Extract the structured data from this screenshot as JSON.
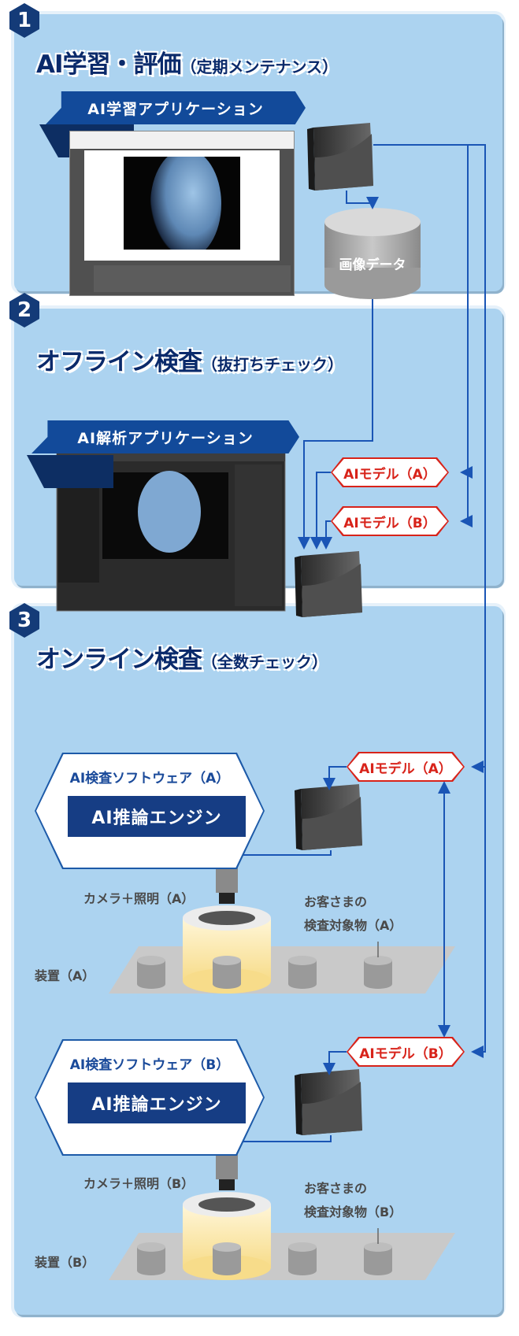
{
  "sections": [
    {
      "number": "1",
      "title": "AI学習・評価",
      "subtitle": "（定期メンテナンス）"
    },
    {
      "number": "2",
      "title": "オフライン検査",
      "subtitle": "（抜打ちチェック）"
    },
    {
      "number": "3",
      "title": "オンライン検査",
      "subtitle": "（全数チェック）"
    }
  ],
  "apps": {
    "learning": "AI学習アプリケーション",
    "analysis": "AI解析アプリケーション"
  },
  "database": "画像データ",
  "models": {
    "a": "AIモデル（A）",
    "b": "AIモデル（B）"
  },
  "software": [
    {
      "title": "AI検査ソフトウェア（A）",
      "engine": "AI推論エンジン"
    },
    {
      "title": "AI検査ソフトウェア（B）",
      "engine": "AI推論エンジン"
    }
  ],
  "camera": [
    "カメラ＋照明（A）",
    "カメラ＋照明（B）"
  ],
  "target": [
    {
      "line1": "お客さまの",
      "line2": "検査対象物（A）"
    },
    {
      "line1": "お客さまの",
      "line2": "検査対象物（B）"
    }
  ],
  "device": [
    "装置（A）",
    "装置（B）"
  ],
  "colors": {
    "panel": "#acd3f0",
    "navy": "#143b78",
    "arrow": "#1a55b5",
    "red": "#d8231a"
  }
}
